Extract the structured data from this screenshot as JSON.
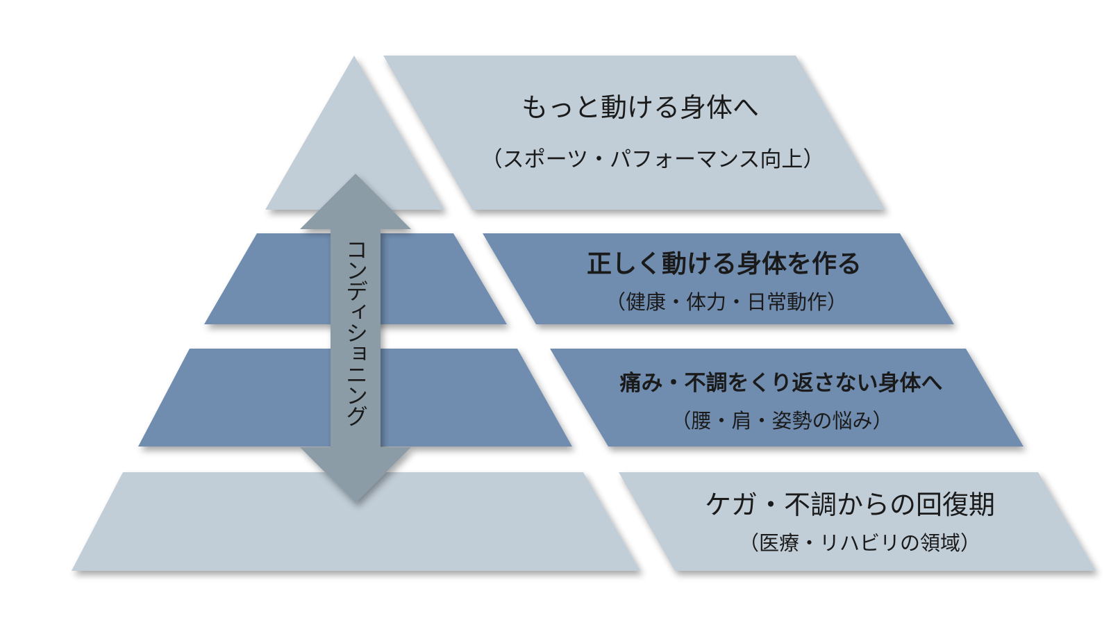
{
  "colors": {
    "light_tier": "#c1cdd7",
    "dark_tier": "#6f8db0",
    "arrow": "#8c9ca7",
    "text": "#1a1a1a"
  },
  "arrow": {
    "label": "コンディショニング",
    "icon": "double-headed-vertical-arrow"
  },
  "tiers": [
    {
      "title": "もっと動ける身体へ",
      "subtitle": "（スポーツ・パフォーマンス向上）"
    },
    {
      "title": "正しく動ける身体を作る",
      "subtitle": "（健康・体力・日常動作）"
    },
    {
      "title": "痛み・不調をくり返さない身体へ",
      "subtitle": "（腰・肩・姿勢の悩み）"
    },
    {
      "title": "ケガ・不調からの回復期",
      "subtitle": "（医療・リハビリの領域）"
    }
  ]
}
